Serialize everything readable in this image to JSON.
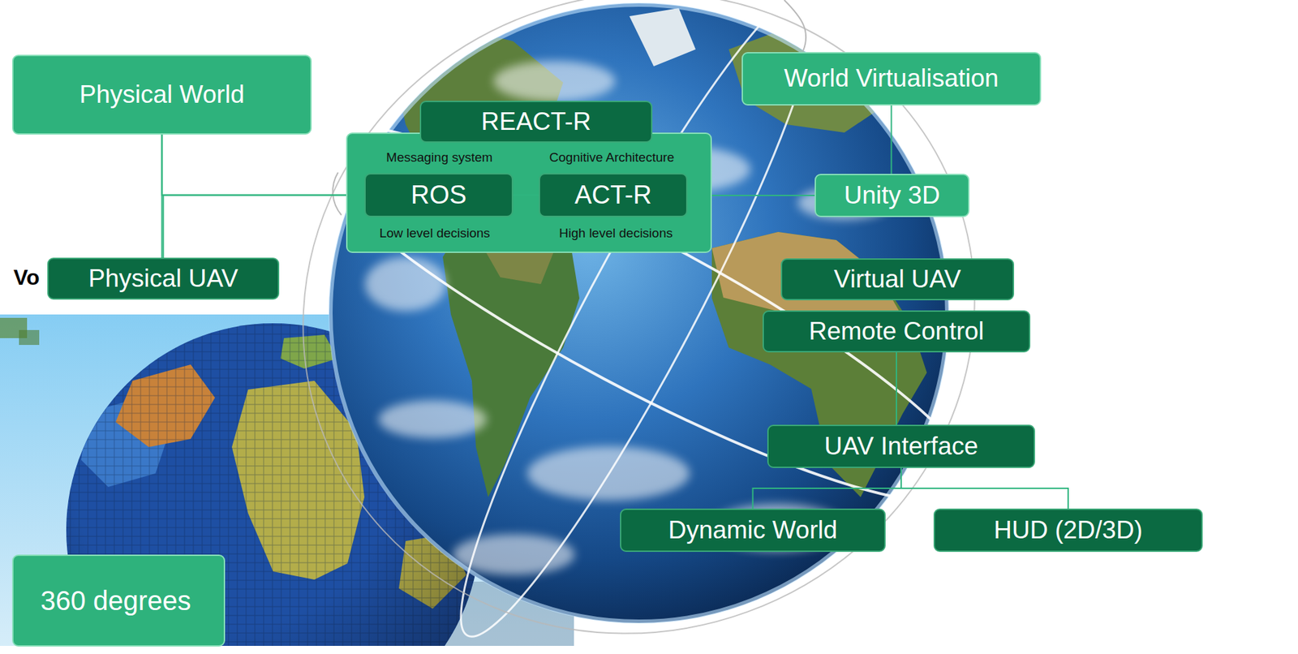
{
  "diagram": {
    "nodes": [
      {
        "text": [
          "Physical World"
        ]
      },
      {
        "text": [
          "REACT-R"
        ]
      },
      {
        "text": [
          "ROS"
        ],
        "in": 1
      },
      {
        "text": [
          "ACT-R"
        ],
        "in": 1
      },
      {
        "text": [
          "World Virtualisation"
        ]
      },
      {
        "text": [
          "Unity 3D"
        ]
      },
      {
        "text": [
          "Physical UAV"
        ]
      },
      {
        "text": [
          "Virtual UAV"
        ]
      },
      {
        "text": [
          "Remote Control"
        ]
      },
      {
        "text": [
          "UAV Interface"
        ]
      },
      {
        "text": [
          "Dynamic World"
        ]
      },
      {
        "text": [
          "HUD (2D/3D)"
        ]
      },
      {
        "text": [
          "360 degrees"
        ]
      }
    ],
    "edges": [
      {
        "from": 0,
        "to": 6,
        "arrow": "none"
      },
      {
        "from": 1,
        "to": 0,
        "arrow": "none"
      },
      {
        "from": 1,
        "to": 6,
        "arrow": "none"
      },
      {
        "from": 2,
        "to": 3,
        "arrow": "none"
      },
      {
        "from": 1,
        "to": 5,
        "arrow": "none"
      },
      {
        "from": 4,
        "to": 5,
        "arrow": "none"
      },
      {
        "from": 8,
        "to": 9,
        "arrow": "none"
      },
      {
        "from": 9,
        "to": 10,
        "arrow": "none"
      },
      {
        "from": 9,
        "to": 11,
        "arrow": "none"
      }
    ],
    "labels": [
      "Messaging system",
      "Cognitive Architecture",
      "Low level decisions",
      "High level decisions",
      "Vo"
    ]
  }
}
